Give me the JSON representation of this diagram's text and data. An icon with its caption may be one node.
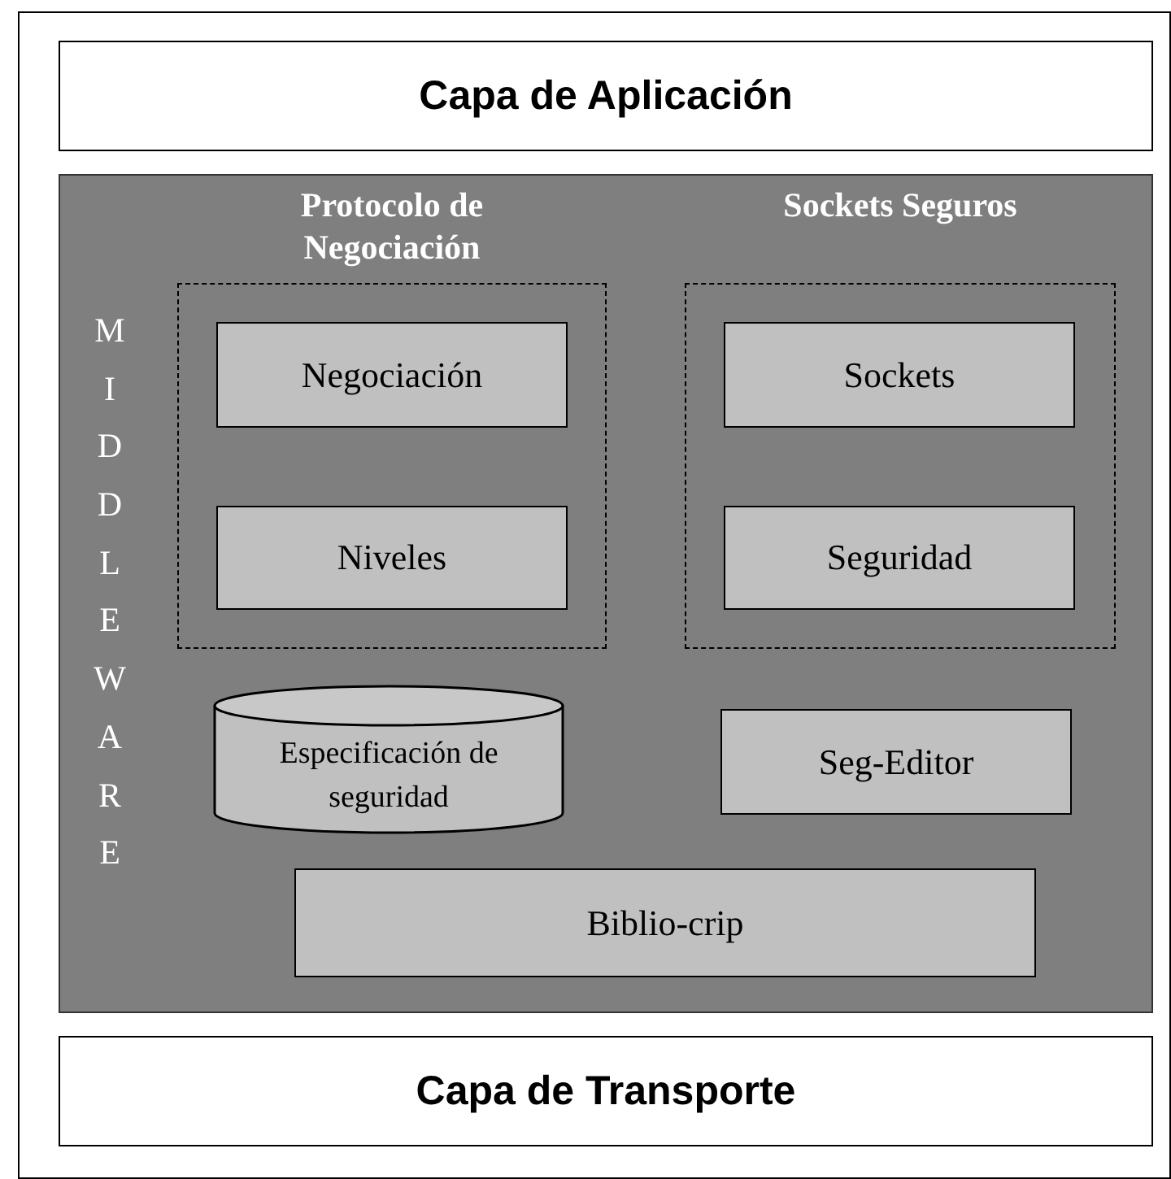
{
  "diagram": {
    "nodes": [
      {
        "text": [
          "Capa de Aplicación"
        ]
      },
      {
        "text": [
          "MIDDLEWARE"
        ]
      },
      {
        "text": [
          "Protocolo de Negociación"
        ],
        "in": 1
      },
      {
        "text": [
          "Negociación"
        ],
        "in": 2
      },
      {
        "text": [
          "Niveles"
        ],
        "in": 2
      },
      {
        "text": [
          "Sockets Seguros"
        ],
        "in": 1
      },
      {
        "text": [
          "Sockets"
        ],
        "in": 5
      },
      {
        "text": [
          "Seguridad"
        ],
        "in": 5
      },
      {
        "text": [
          "Especificación de seguridad"
        ],
        "in": 1
      },
      {
        "text": [
          "Seg-Editor"
        ],
        "in": 1
      },
      {
        "text": [
          "Biblio-crip"
        ],
        "in": 1
      },
      {
        "text": [
          "Capa de Transporte"
        ]
      }
    ]
  }
}
